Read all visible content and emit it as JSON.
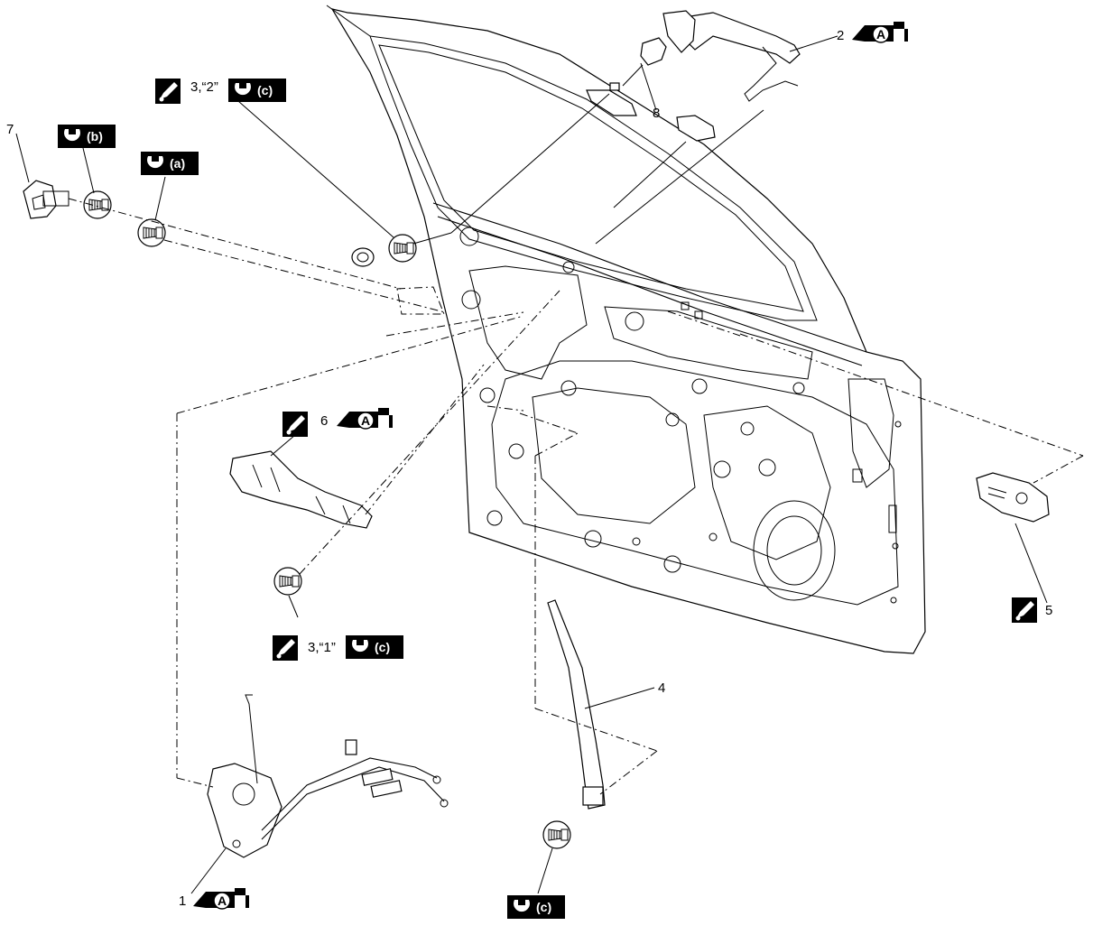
{
  "callouts": {
    "n1": "1",
    "n2": "2",
    "n3a": "3,“2”",
    "n3b": "3,“1”",
    "n4": "4",
    "n5": "5",
    "n6": "6",
    "n7": "7",
    "n8": "8"
  },
  "torque_marks": {
    "a": "(a)",
    "b": "(b)",
    "c": "(c)"
  },
  "grease_letter": "A",
  "icons": {
    "wrench": "wrench-torque-icon",
    "grease": "grease-oil-can-icon",
    "replace": "do-not-reuse-icon"
  },
  "colors": {
    "ink": "#000000",
    "paper": "#ffffff"
  }
}
